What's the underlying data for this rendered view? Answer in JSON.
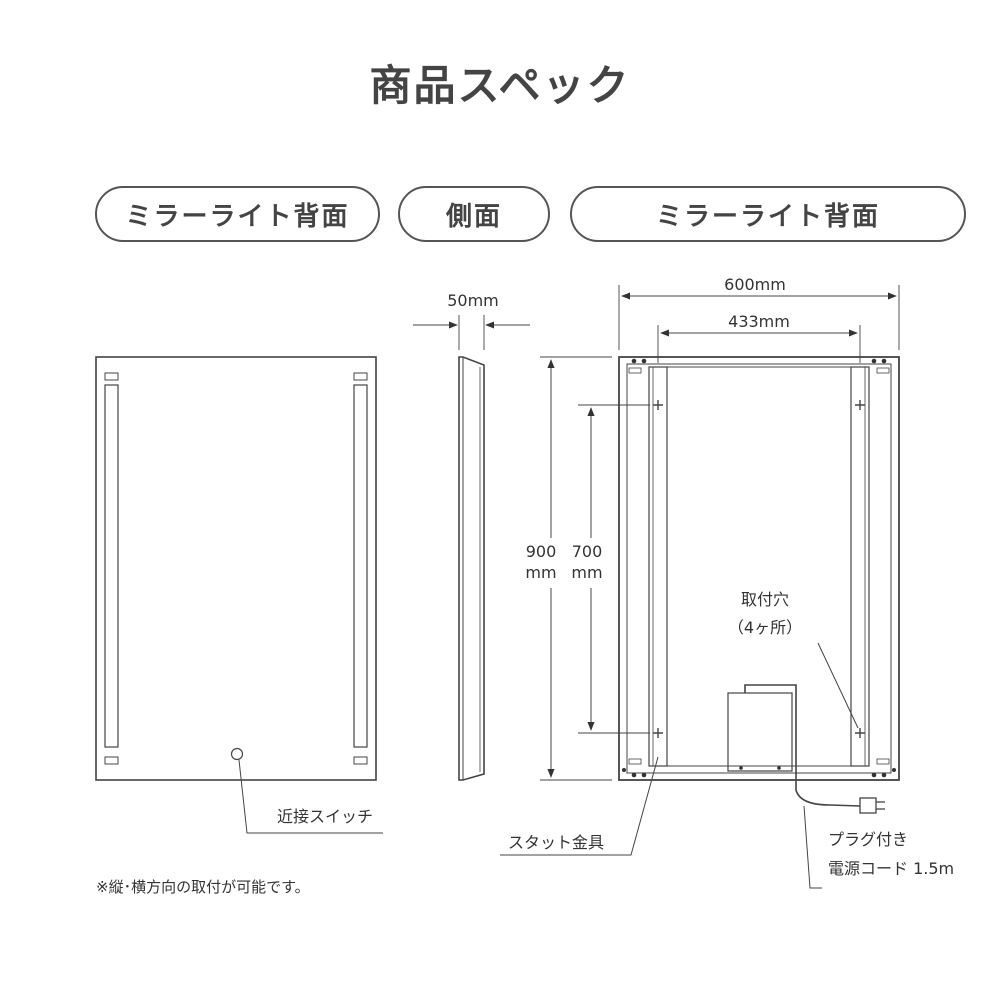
{
  "title": "商品スペック",
  "tabs": [
    {
      "label": "ミラーライト背面"
    },
    {
      "label": "側面"
    },
    {
      "label": "ミラーライト背面"
    }
  ],
  "front": {
    "switch_label": "近接スイッチ"
  },
  "side": {
    "depth_label": "50mm"
  },
  "back": {
    "width_label": "600mm",
    "inner_width_label": "433mm",
    "height_value": "900",
    "height_unit": "mm",
    "inner_height_value": "700",
    "inner_height_unit": "mm",
    "hole_label_line1": "取付穴",
    "hole_label_line2": "（4ヶ所）",
    "bracket_label": "スタット金具",
    "plug_label_line1": "プラグ付き",
    "plug_label_line2": "電源コード 1.5m"
  },
  "note": "※縦･横方向の取付が可能です。"
}
